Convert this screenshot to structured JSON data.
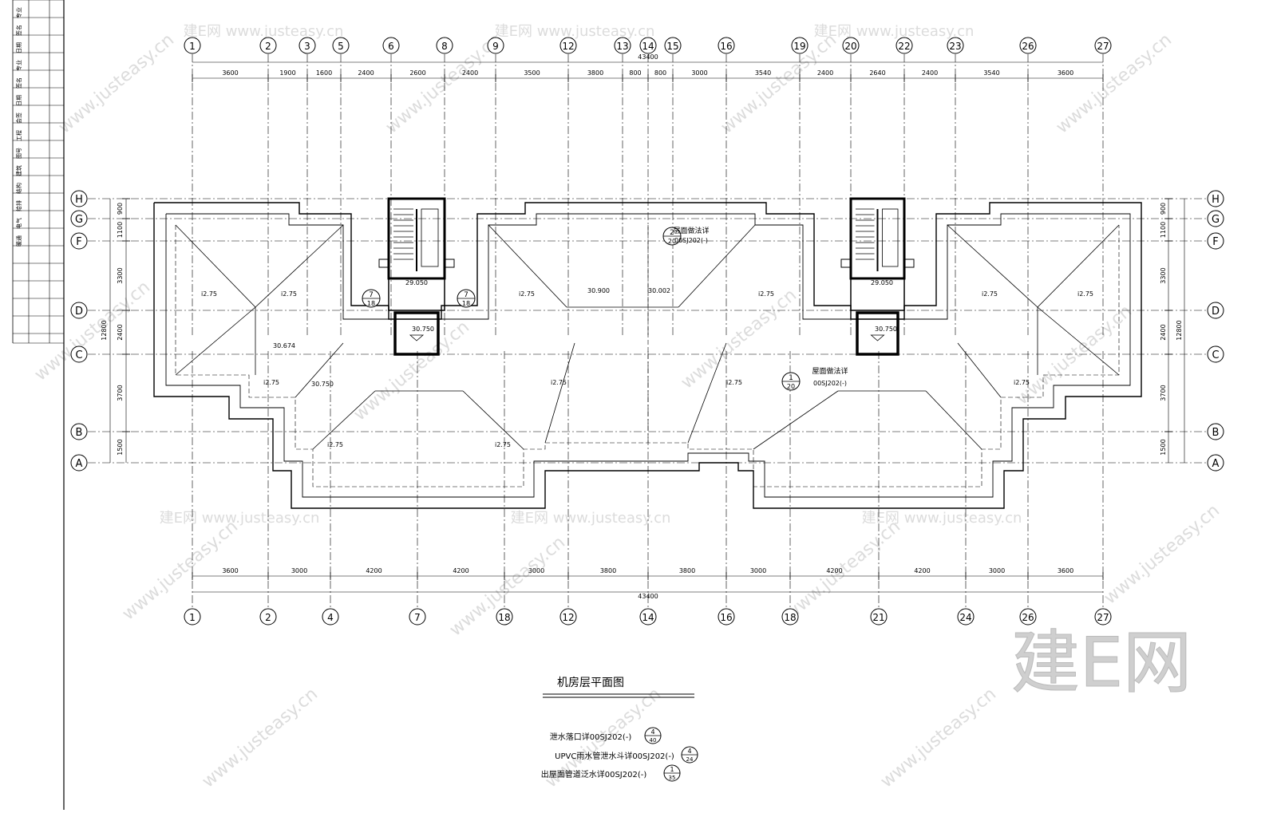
{
  "drawing": {
    "title": "机房层平面图",
    "grid_top": [
      "1",
      "2",
      "3",
      "5",
      "6",
      "8",
      "9",
      "12",
      "13",
      "14",
      "15",
      "16",
      "19",
      "20",
      "22",
      "23",
      "26",
      "27"
    ],
    "grid_bottom": [
      "1",
      "2",
      "4",
      "7",
      "18",
      "12",
      "14",
      "16",
      "18",
      "21",
      "24",
      "26",
      "27"
    ],
    "grid_rows": [
      "H",
      "G",
      "F",
      "D",
      "C",
      "B",
      "A"
    ],
    "dims_top": [
      "3600",
      "1900",
      "1600",
      "2400",
      "2600",
      "2400",
      "3500",
      "3800",
      "800",
      "800",
      "3000",
      "3540",
      "2400",
      "2640",
      "2400",
      "3540",
      "3600"
    ],
    "dim_top_total": "43400",
    "dims_bottom": [
      "3600",
      "3000",
      "4200",
      "4200",
      "3000",
      "3800",
      "3800",
      "3000",
      "4200",
      "4200",
      "3000",
      "3600"
    ],
    "dim_bottom_total": "43400",
    "dims_left": [
      "900",
      "1100",
      "3300",
      "2400",
      "3700",
      "1500"
    ],
    "dim_left_total": "12800",
    "dims_right": [
      "900",
      "1100",
      "3300",
      "2400",
      "3700",
      "1500"
    ],
    "dim_right_total": "12800",
    "slopes": [
      "i2.75",
      "i2.75",
      "i2.75",
      "i2.75",
      "i2.75",
      "i2.75",
      "i2.75",
      "i2.75",
      "i2.75",
      "i2.75",
      "i2.75",
      "i2.75"
    ],
    "elevations": [
      "29.050",
      "30.750",
      "29.050",
      "30.750",
      "30.900",
      "30.002",
      "30.674",
      "30.750"
    ],
    "callouts": [
      {
        "num": "7",
        "ref": "18"
      },
      {
        "num": "7",
        "ref": "18"
      },
      {
        "num": "1",
        "ref": "20"
      },
      {
        "num": "2",
        "ref": "20"
      }
    ],
    "callout_labels": [
      "层面做法详",
      "屋面做法详",
      "00SJ202(-)"
    ],
    "notes": [
      {
        "text": "泄水落口详00SJ202(-)",
        "sym_num": "4",
        "sym_ref": "40"
      },
      {
        "text": "UPVC雨水管泄水斗详00SJ202(-)",
        "sym_num": "4",
        "sym_ref": "24"
      },
      {
        "text": "出屋面管道泛水详00SJ202(-)",
        "sym_num": "1",
        "sym_ref": "35"
      }
    ]
  },
  "title_block": {
    "cells": [
      "专业",
      "签名",
      "日期",
      "专业",
      "签名",
      "日期",
      "会签栏",
      "工程名",
      "图号",
      "建筑",
      "结构",
      "给排水",
      "电气",
      "暖通"
    ]
  },
  "watermarks": {
    "brand": "建E网",
    "site": "www.justeasy.cn"
  }
}
